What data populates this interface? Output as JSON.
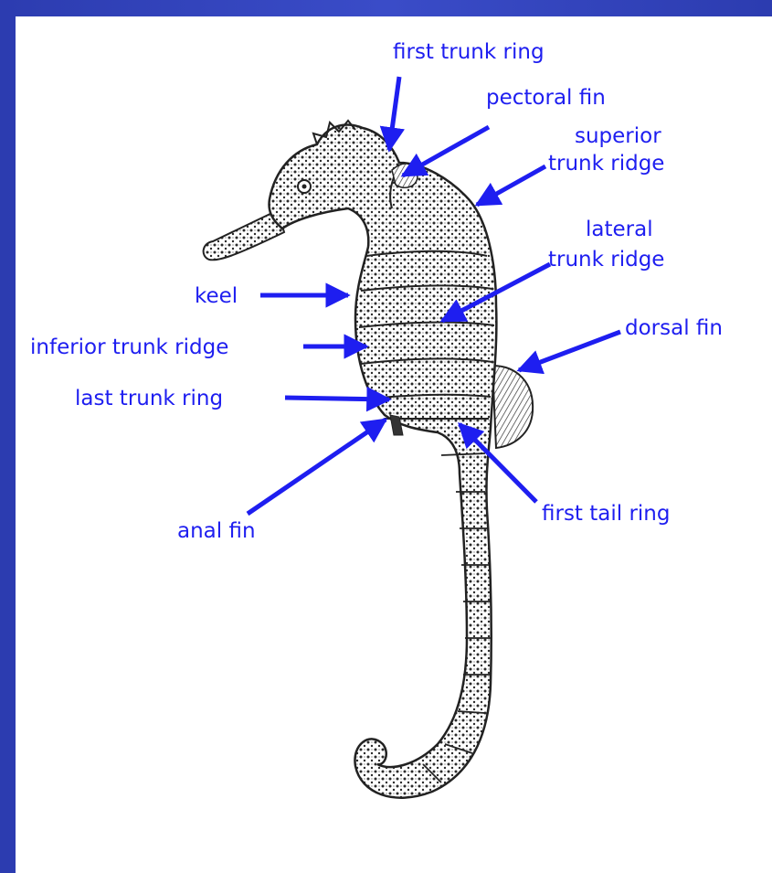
{
  "diagram": {
    "colors": {
      "background": "#3342c0",
      "panel": "#ffffff",
      "label_text": "#1e1ef0",
      "arrow": "#1e1ef0",
      "illustration_ink": "#222222"
    },
    "labels": {
      "first_trunk_ring": "first trunk ring",
      "pectoral_fin": "pectoral fin",
      "superior_trunk_ridge_1": "superior",
      "superior_trunk_ridge_2": "trunk ridge",
      "lateral_trunk_ridge_1": "lateral",
      "lateral_trunk_ridge_2": "trunk ridge",
      "keel": "keel",
      "dorsal_fin": "dorsal fin",
      "inferior_trunk_ridge": "inferior trunk ridge",
      "last_trunk_ring": "last trunk ring",
      "anal_fin": "anal fin",
      "first_tail_ring": "first tail ring"
    }
  }
}
